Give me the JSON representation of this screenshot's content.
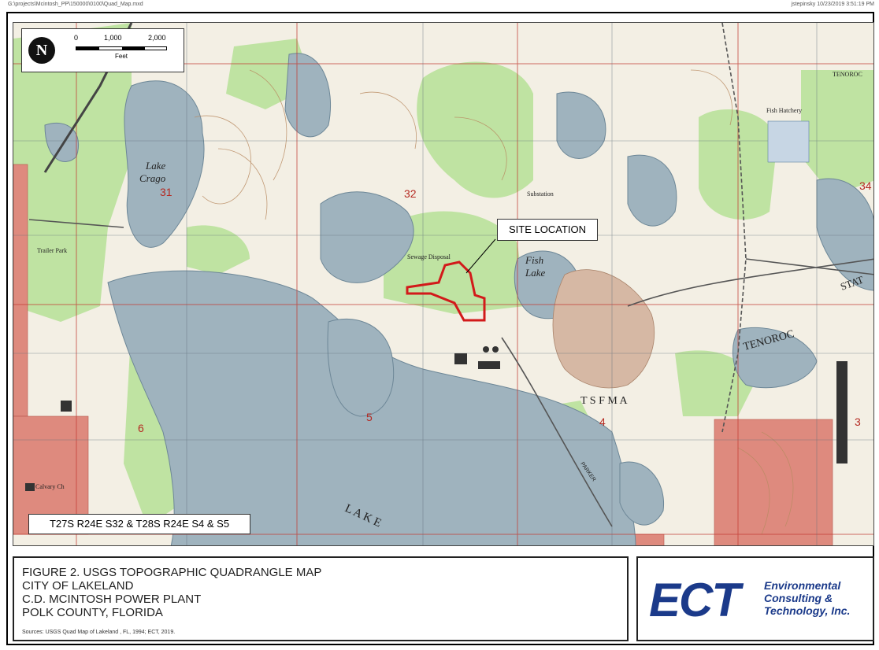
{
  "header": {
    "file_path": "G:\\projects\\Mcintosh_PP\\150000\\0100\\Quad_Map.mxd",
    "stamp": "jstepinsky 10/23/2019 3:51:19 PM"
  },
  "map": {
    "scale_labels": [
      "0",
      "1,000",
      "2,000"
    ],
    "scale_units": "Feet",
    "north_label": "N",
    "site_label": "SITE LOCATION",
    "trs_label": "T27S R24E S32 & T28S R24E S4 & S5",
    "feature_labels": {
      "lake_crago_1": "Lake",
      "lake_crago_2": "Crago",
      "fish_lake_1": "Fish",
      "fish_lake_2": "Lake",
      "sewage_disposal": "Sewage Disposal",
      "substation": "Substation",
      "fish_hatchery": "Fish Hatchery",
      "tenoroc": "TENOROC",
      "tenoroc_top": "TENOROC",
      "tsfma": "T S F M A",
      "lake_bottom": "L A K E",
      "calvary": "Calvary Ch",
      "trailer_park": "Trailer Park",
      "state": "STAT",
      "parker": "PARKER"
    },
    "section_numbers": [
      "31",
      "32",
      "34",
      "5",
      "4",
      "3",
      "6"
    ],
    "colors": {
      "land": "#f3efe4",
      "water": "#9fb3be",
      "water_dark": "#8ea4b1",
      "vegetation": "#bfe3a2",
      "urban": "#de8a7e",
      "grid_red": "#c23b33",
      "site_outline": "#d21a1a",
      "contour": "#b98b62",
      "disturbed": "#d6b8a4"
    }
  },
  "title_block": {
    "lines": [
      "FIGURE 2. USGS TOPOGRAPHIC QUADRANGLE MAP",
      "CITY OF LAKELAND",
      "C.D. MCINTOSH POWER PLANT",
      "POLK COUNTY, FLORIDA"
    ],
    "sources": "Sources: USGS Quad Map of Lakeland , FL, 1994; ECT, 2019."
  },
  "logo": {
    "mark": "ECT",
    "line1": "Environmental",
    "line2": "Consulting &",
    "line3": "Technology, Inc."
  }
}
